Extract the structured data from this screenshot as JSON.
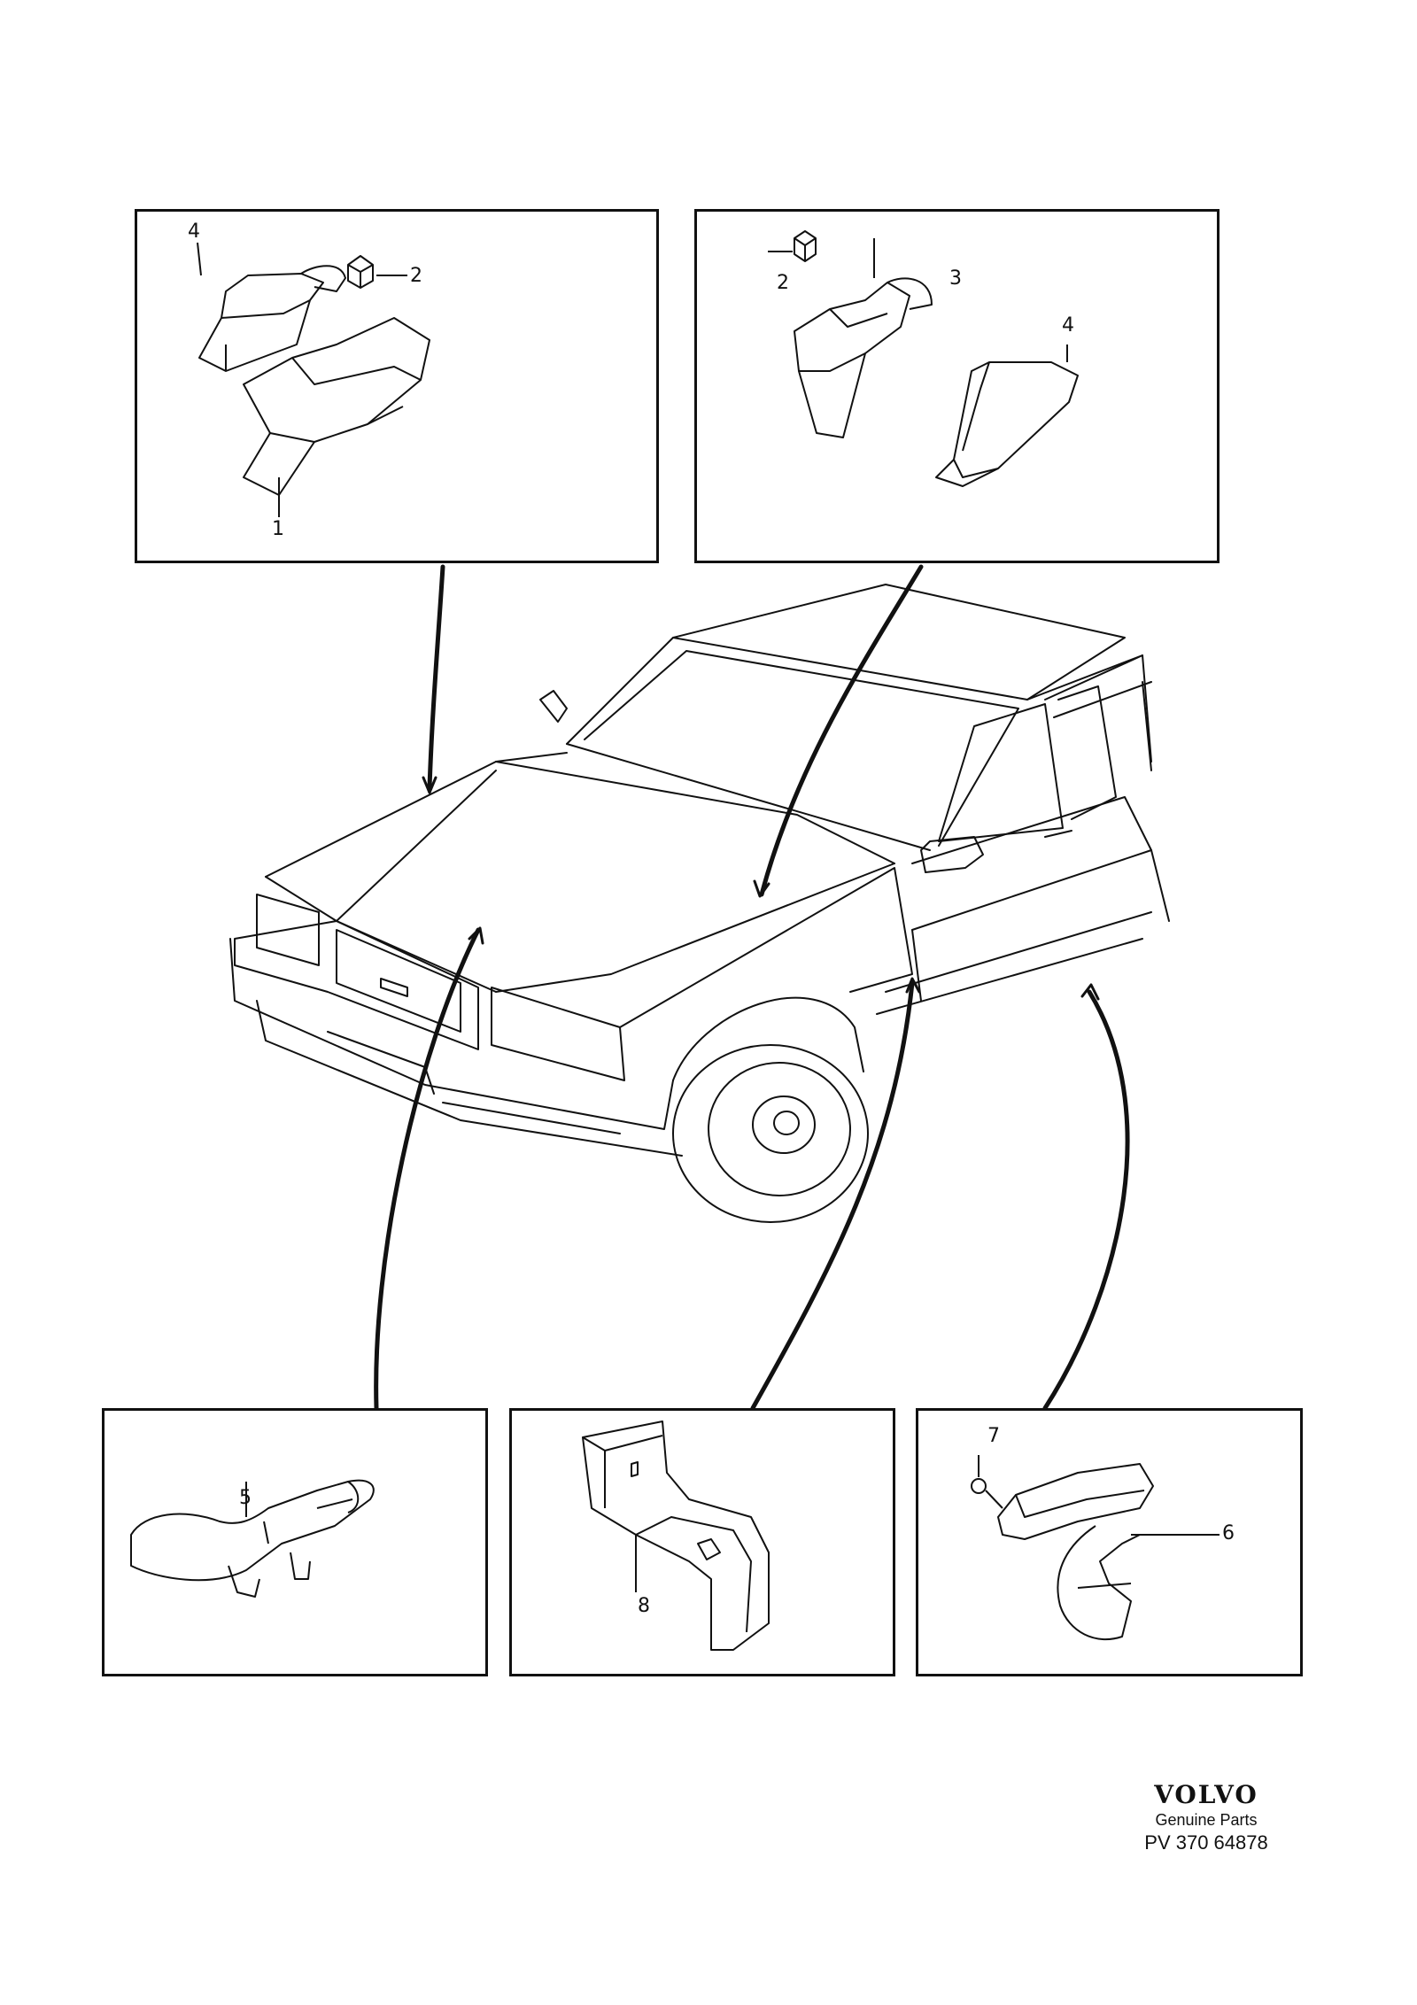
{
  "diagram": {
    "panels": [
      {
        "id": "top-left",
        "callouts": [
          "4",
          "2",
          "1"
        ]
      },
      {
        "id": "top-right",
        "callouts": [
          "2",
          "3",
          "4"
        ]
      },
      {
        "id": "bottom-left",
        "callouts": [
          "5"
        ]
      },
      {
        "id": "bottom-middle",
        "callouts": [
          "8"
        ]
      },
      {
        "id": "bottom-right",
        "callouts": [
          "7",
          "6"
        ]
      }
    ]
  },
  "footer": {
    "brand": "VOLVO",
    "subtitle": "Genuine Parts",
    "reference": "PV 370 64878"
  }
}
